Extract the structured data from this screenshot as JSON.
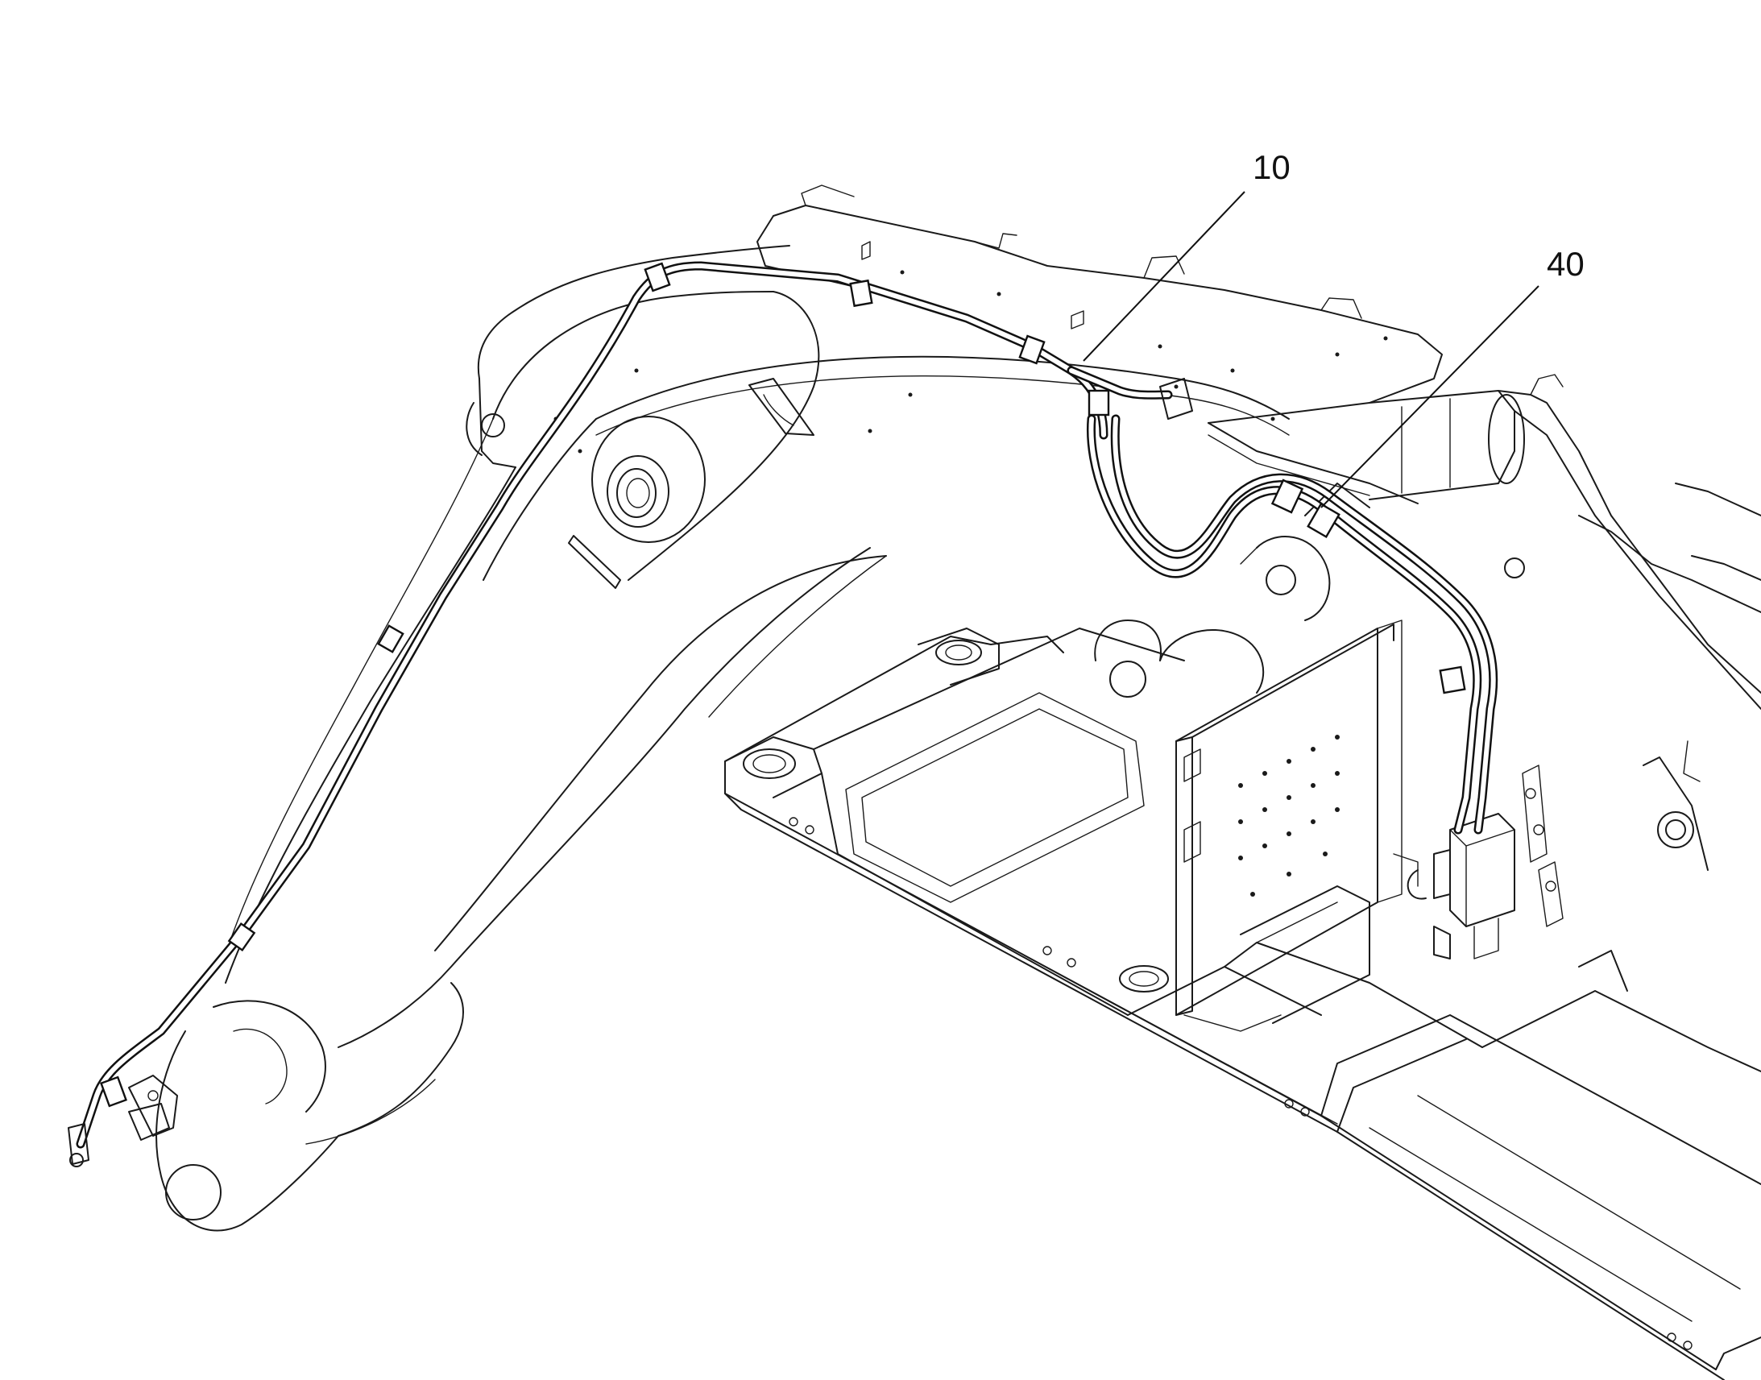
{
  "diagram": {
    "callouts": [
      {
        "id": "callout-10",
        "label": "10"
      },
      {
        "id": "callout-40",
        "label": "40"
      }
    ],
    "line_color": "#1a1a1a",
    "background_color": "#ffffff"
  }
}
